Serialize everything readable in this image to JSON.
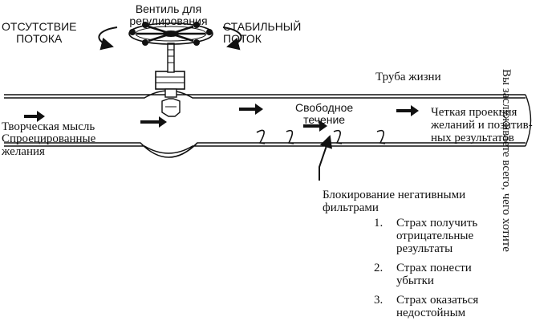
{
  "valve_label": "Вентиль для регулирования",
  "no_flow": "ОТСУТСТВИЕ\nПОТОКА",
  "stable_flow": "СТАБИЛЬНЫЙ\nПОТОК",
  "life_pipe": "Труба жизни",
  "free_flow": "Свободное\nтечение",
  "creative_thought": "Творческая мысль",
  "projected_desires": "Спроецированные\nжелания",
  "clear_projection": "Четкая проекция\nжеланий и позитив-\nных результатов",
  "blocking": "Блокирование негативными\nфильтрами",
  "fears": [
    {
      "num": "1.",
      "text": "Страх получить\nотрицательные\nрезультаты"
    },
    {
      "num": "2.",
      "text": "Страх понести\nубытки"
    },
    {
      "num": "3.",
      "text": "Страх оказаться\nнедостойным"
    }
  ],
  "side_text": "Вы заслуживаете всего, чего хотите"
}
